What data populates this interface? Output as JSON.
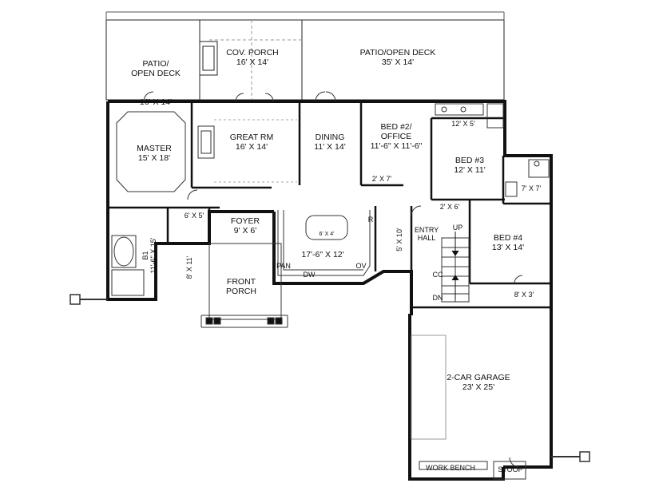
{
  "rooms": {
    "patio_left": {
      "name": "PATIO/\nOPEN DECK",
      "size": "16' X 14'"
    },
    "cov_porch": {
      "name": "COV. PORCH",
      "size": "16' X 14'"
    },
    "patio_right": {
      "name": "PATIO/OPEN DECK",
      "size": "35' X 14'"
    },
    "master": {
      "name": "MASTER",
      "size": "15' X 18'"
    },
    "great_rm": {
      "name": "GREAT RM",
      "size": "16' X 14'"
    },
    "dining": {
      "name": "DINING",
      "size": "11' X 14'"
    },
    "bed2": {
      "name": "BED #2/\nOFFICE",
      "size": "11'-6\" X 11'-6\""
    },
    "bath2": {
      "size": "12' X 5'"
    },
    "bed3": {
      "name": "BED #3",
      "size": "12' X 11'"
    },
    "closet2": {
      "size": "2' X 7'"
    },
    "closet3": {
      "size": "2' X 6'"
    },
    "bath4": {
      "size": "7' X 7'"
    },
    "closet_65": {
      "size": "6' X 5'"
    },
    "foyer": {
      "name": "FOYER",
      "size": "9' X 6'"
    },
    "kitchen": {
      "size": "17'-6\" X 12'"
    },
    "island": {
      "size": "6' X 4'"
    },
    "laundry": {
      "size": "5' X 10'"
    },
    "entry_hall": {
      "name": "ENTRY\nHALL"
    },
    "bed4": {
      "name": "BED #4",
      "size": "13' X 14'"
    },
    "master_bath": {
      "name": "B1",
      "size": "11'-6\" X 15'"
    },
    "closet_811": {
      "size": "8' X 11'"
    },
    "front_porch": {
      "name": "FRONT\nPORCH"
    },
    "closet_83": {
      "size": "8' X 3'"
    },
    "garage": {
      "name": "2-CAR GARAGE",
      "size": "23' X 25'"
    }
  },
  "fixtures": {
    "refrigerator": "R",
    "pantry": "PAN",
    "dishwasher": "DW",
    "oven": "OV",
    "coat_closet": "CC",
    "stairs_up": "UP",
    "stairs_down": "DN",
    "work_bench": "WORK BENCH",
    "stoop": "STOOP"
  }
}
